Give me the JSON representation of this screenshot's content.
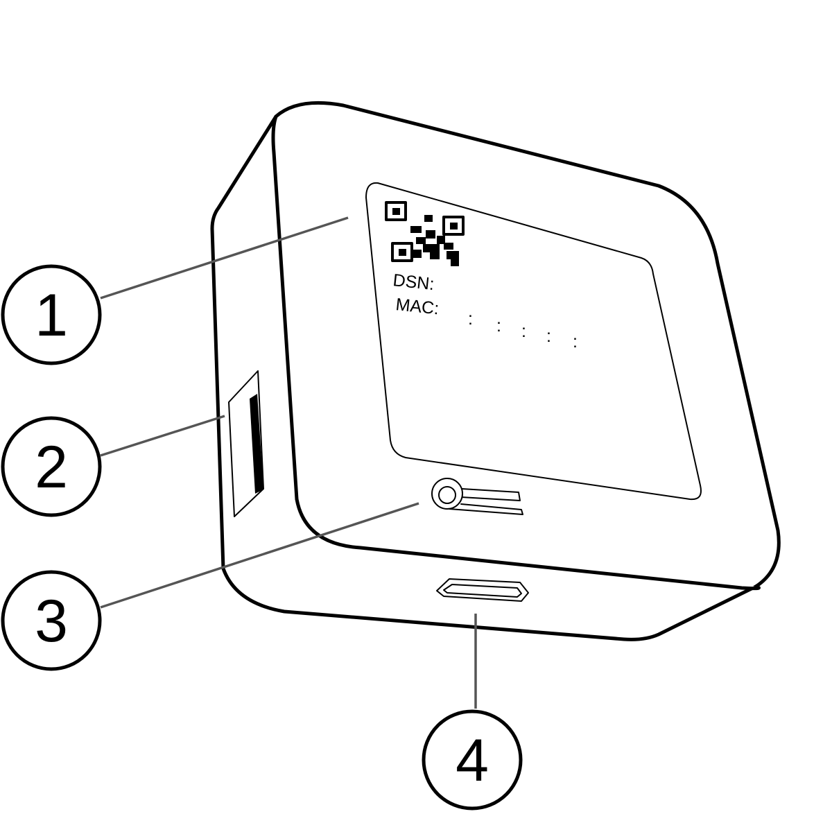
{
  "label": {
    "dsn_label": "DSN:",
    "mac_label": "MAC:",
    "mac_separators": [
      ":",
      ":",
      ":",
      ":",
      ":"
    ]
  },
  "callouts": [
    {
      "number": "1",
      "target": "label-qr"
    },
    {
      "number": "2",
      "target": "side-slot"
    },
    {
      "number": "3",
      "target": "reset-hole"
    },
    {
      "number": "4",
      "target": "usb-port"
    }
  ],
  "colors": {
    "outline": "#000000",
    "leader": "#555555",
    "background": "#ffffff"
  }
}
